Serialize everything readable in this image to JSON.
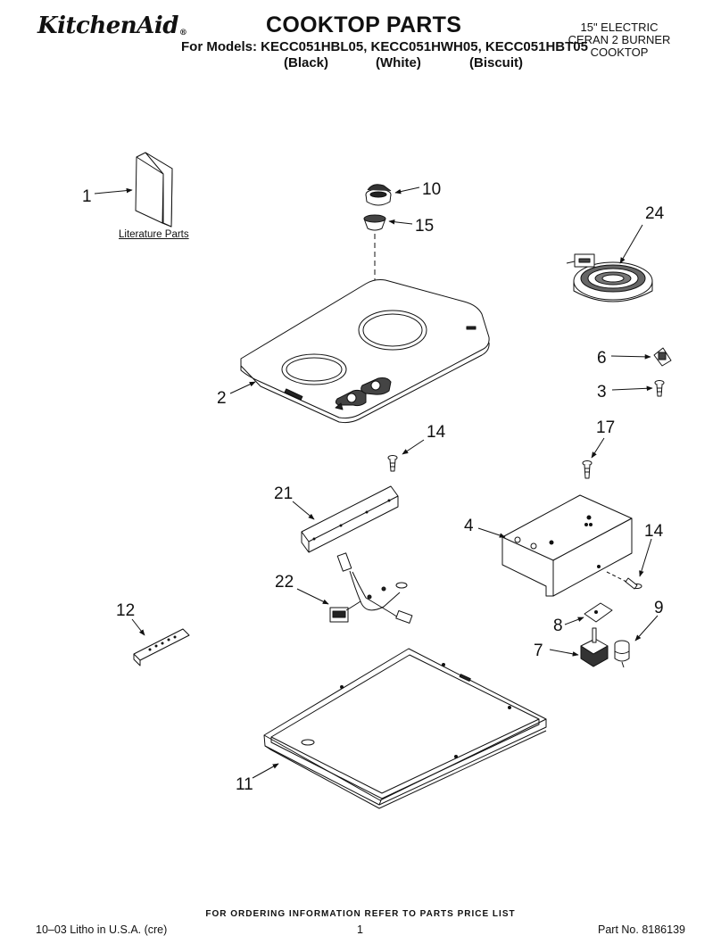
{
  "header": {
    "brand": "KitchenAid",
    "brand_mark": "®",
    "title": "COOKTOP PARTS",
    "models_line": "For Models: KECC051HBL05, KECC051HWH05, KECC051HBT05",
    "colors": [
      "(Black)",
      "(White)",
      "(Biscuit)"
    ],
    "description": [
      "15\" ELECTRIC",
      "CERAN 2 BURNER",
      "COOKTOP"
    ]
  },
  "callouts": {
    "n1": "1",
    "n2": "2",
    "n3": "3",
    "n4": "4",
    "n6": "6",
    "n7": "7",
    "n8": "8",
    "n9": "9",
    "n10": "10",
    "n11": "11",
    "n12": "12",
    "n14a": "14",
    "n14b": "14",
    "n15": "15",
    "n17": "17",
    "n21": "21",
    "n22": "22",
    "n24": "24"
  },
  "literature_label": "Literature Parts",
  "footer": {
    "ordering_note": "FOR ORDERING INFORMATION REFER TO PARTS PRICE LIST",
    "litho": "10–03 Litho in U.S.A. (cre)",
    "page_number": "1",
    "part_number": "Part No. 8186139"
  }
}
